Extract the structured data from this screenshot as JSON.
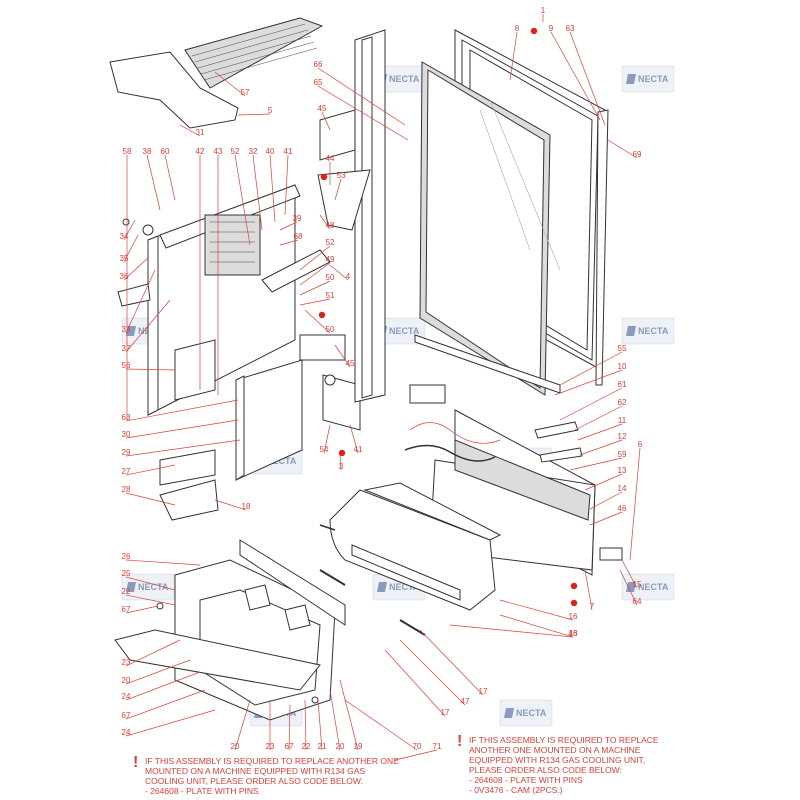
{
  "watermark": "NECTA",
  "callouts": [
    "1",
    "8",
    "9",
    "63",
    "66",
    "65",
    "45",
    "57",
    "5",
    "31",
    "69",
    "58",
    "38",
    "60",
    "42",
    "43",
    "52",
    "32",
    "40",
    "41",
    "44",
    "53",
    "34",
    "35",
    "36",
    "39",
    "68",
    "48",
    "52",
    "49",
    "50",
    "51",
    "33",
    "37",
    "56",
    "50",
    "55",
    "10",
    "61",
    "62",
    "11",
    "12",
    "59",
    "13",
    "14",
    "46",
    "45",
    "63",
    "30",
    "29",
    "27",
    "28",
    "54",
    "41",
    "3",
    "6",
    "4",
    "18",
    "26",
    "25",
    "22",
    "67",
    "23",
    "20",
    "24",
    "67",
    "24",
    "20",
    "23",
    "67",
    "22",
    "21",
    "20",
    "19",
    "47",
    "17",
    "17",
    "16",
    "16",
    "43",
    "7",
    "15",
    "64",
    "70",
    "71"
  ],
  "notes": {
    "left": "IF THIS ASSEMBLY IS REQUIRED TO REPLACE ANOTHER ONE MOUNTED ON A MACHINE EQUIPPED WITH R134 GAS COOLING UNIT, PLEASE ORDER ALSO CODE BELOW:\n- 264608 - PLATE WITH PINS",
    "right": "IF THIS ASSEMBLY IS REQUIRED TO REPLACE ANOTHER ONE MOUNTED ON A MACHINE EQUIPPED WITH R134 GAS COOLING UNIT, PLEASE ORDER ALSO CODE BELOW:\n- 264608 - PLATE WITH PINS\n- 0V3476 - CAM (2PCS.)",
    "mark": "!"
  },
  "colors": {
    "callout": "#d9403a",
    "line": "#333333",
    "dot": "#e0201a",
    "watermark": "#8a9bbd"
  }
}
